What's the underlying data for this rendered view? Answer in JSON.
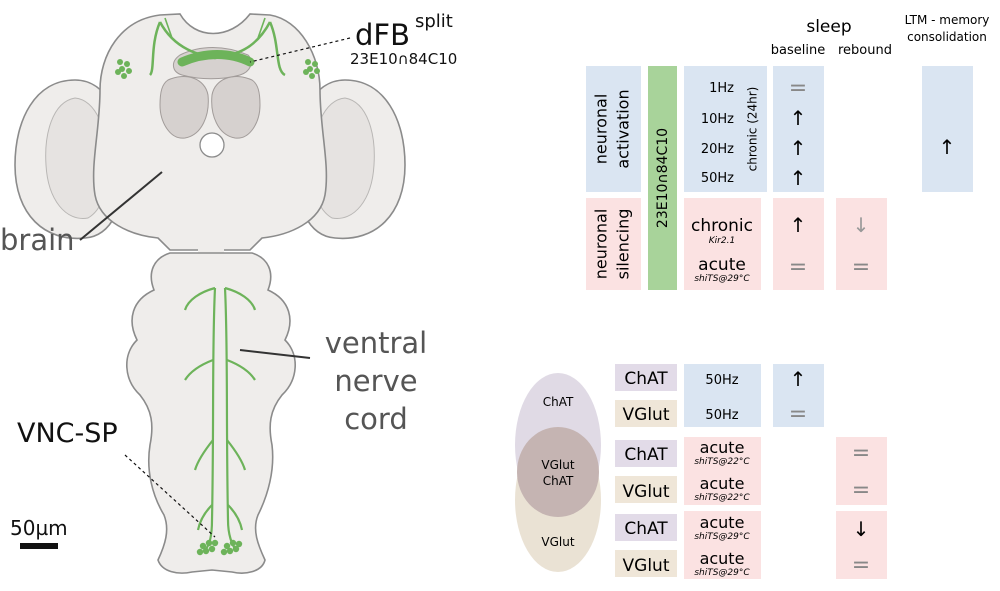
{
  "anatomy": {
    "dfb_label": "dFB",
    "dfb_superscript": "split",
    "dfb_genotype": "23E10∩84C10",
    "brain_label": "brain",
    "vnc_label_lines": [
      "ventral",
      "nerve",
      "cord"
    ],
    "vncsp_label": "VNC-SP",
    "scale_bar_label": "50µm",
    "neuron_color": "#6db35a"
  },
  "table_top": {
    "header": {
      "sleep": "sleep",
      "baseline": "baseline",
      "rebound": "rebound",
      "ltm_lines": [
        "LTM - memory",
        "consolidation"
      ]
    },
    "activation_group_lines": [
      "neuronal",
      "activation"
    ],
    "silencing_group_lines": [
      "neuronal",
      "silencing"
    ],
    "genotype": "23E10∩84C10",
    "chronic_24hr": "chronic (24hr)",
    "activation_rows": [
      {
        "condition": "1Hz",
        "baseline": "="
      },
      {
        "condition": "10Hz",
        "baseline": "↑"
      },
      {
        "condition": "20Hz",
        "baseline": "↑"
      },
      {
        "condition": "50Hz",
        "baseline": "↑"
      }
    ],
    "ltm_result": "↑",
    "silencing_rows": [
      {
        "condition": "chronic",
        "sub": "Kir2.1",
        "baseline": "↑",
        "rebound": "↓"
      },
      {
        "condition": "acute",
        "sub": "shiTS@29°C",
        "baseline": "=",
        "rebound": "="
      }
    ]
  },
  "table_bottom": {
    "venn": {
      "top": "ChAT",
      "overlap_lines": [
        "VGlut",
        "ChAT"
      ],
      "bottom": "VGlut"
    },
    "rows": [
      {
        "transmitter": "ChAT",
        "condition": "50Hz",
        "sub": "",
        "baseline": "↑",
        "rebound": ""
      },
      {
        "transmitter": "VGlut",
        "condition": "50Hz",
        "sub": "",
        "baseline": "=",
        "rebound": ""
      },
      {
        "transmitter": "ChAT",
        "condition": "acute",
        "sub": "shiTS@22°C",
        "baseline": "",
        "rebound": "="
      },
      {
        "transmitter": "VGlut",
        "condition": "acute",
        "sub": "shiTS@22°C",
        "baseline": "",
        "rebound": "="
      },
      {
        "transmitter": "ChAT",
        "condition": "acute",
        "sub": "shiTS@29°C",
        "baseline": "",
        "rebound": "↓"
      },
      {
        "transmitter": "VGlut",
        "condition": "acute",
        "sub": "shiTS@29°C",
        "baseline": "",
        "rebound": "="
      }
    ]
  },
  "colors": {
    "activation_bg": "#dae5f2",
    "silencing_bg": "#fbe2e2",
    "genotype_bg": "#a8d39a",
    "chat_bg": "#e2dbe8",
    "vglut_bg": "#efe6d8",
    "venn_chat": "#ddd6e2",
    "venn_vglut": "#e8dfcf",
    "venn_overlap": "#c5b4b2"
  }
}
